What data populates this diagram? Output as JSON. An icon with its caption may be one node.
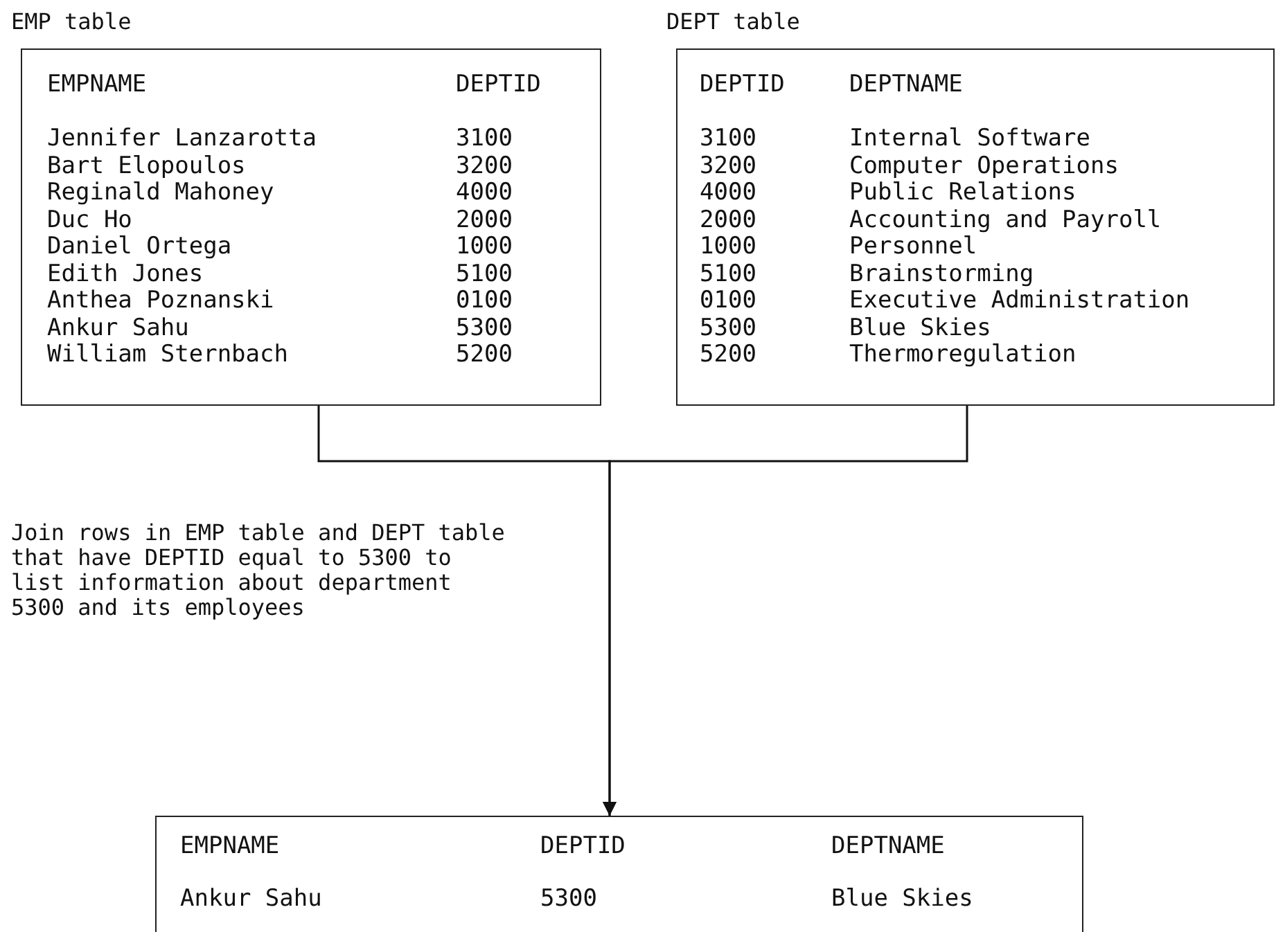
{
  "diagram": {
    "nodes": [
      {
        "text": [
          "EMP table",
          "EMPNAME",
          "DEPTID",
          "Jennifer Lanzarotta",
          "3100",
          "Bart Elopoulos",
          "3200",
          "Reginald Mahoney",
          "4000",
          "Duc Ho",
          "2000",
          "Daniel Ortega",
          "1000",
          "Edith Jones",
          "5100",
          "Anthea Poznanski",
          "0100",
          "Ankur Sahu",
          "5300",
          "William Sternbach",
          "5200"
        ]
      },
      {
        "text": [
          "DEPT table",
          "DEPTID",
          "DEPTNAME",
          "3100",
          "Internal Software",
          "3200",
          "Computer Operations",
          "4000",
          "Public Relations",
          "2000",
          "Accounting and Payroll",
          "1000",
          "Personnel",
          "5100",
          "Brainstorming",
          "0100",
          "Executive Administration",
          "5300",
          "Blue Skies",
          "5200",
          "Thermoregulation"
        ]
      },
      {
        "text": [
          "EMPNAME",
          "DEPTID",
          "DEPTNAME",
          "Ankur Sahu",
          "5300",
          "Blue Skies"
        ]
      }
    ],
    "edges": [
      {
        "from": 0,
        "to": 2,
        "arrow": "to"
      },
      {
        "from": 1,
        "to": 2,
        "arrow": "to"
      }
    ],
    "labels": [
      "Join rows in EMP table and DEPT table that have DEPTID equal to 5300 to list information about department 5300 and its employees"
    ]
  }
}
